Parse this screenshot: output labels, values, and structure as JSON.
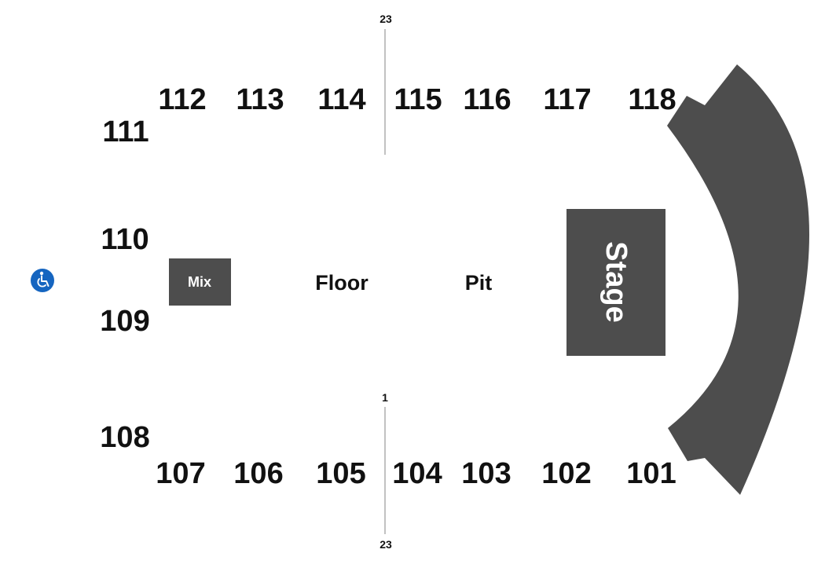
{
  "colors": {
    "dark_fill": "#4d4d4d",
    "text": "#111111",
    "light_text": "#ffffff",
    "divider": "#999999",
    "accessibility_blue": "#1565c0"
  },
  "sections": {
    "s101": "101",
    "s102": "102",
    "s103": "103",
    "s104": "104",
    "s105": "105",
    "s106": "106",
    "s107": "107",
    "s108": "108",
    "s109": "109",
    "s110": "110",
    "s111": "111",
    "s112": "112",
    "s113": "113",
    "s114": "114",
    "s115": "115",
    "s116": "116",
    "s117": "117",
    "s118": "118"
  },
  "areas": {
    "floor": "Floor",
    "pit": "Pit",
    "mix": "Mix",
    "stage": "Stage"
  },
  "rows": {
    "top_divider_top": "23",
    "bottom_divider_top": "1",
    "bottom_divider_bottom": "23"
  },
  "icons": {
    "accessibility": "wheelchair-icon"
  }
}
